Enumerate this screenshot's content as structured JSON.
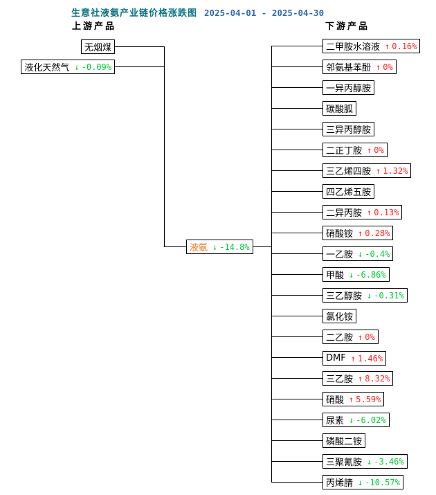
{
  "title": {
    "text": "生意社液氨产业链价格涨跌图",
    "date_range": "2025-04-01 - 2025-04-30"
  },
  "headers": {
    "upstream": "上游产品",
    "downstream": "下游产品"
  },
  "colors": {
    "up_red": "#ff2626",
    "down_green": "#00cc33",
    "center_orange": "#ee7621",
    "title_teal": "#0c7480",
    "date_blue": "#2e6bb2",
    "line_black": "#000000"
  },
  "center_product": {
    "name": "液氨",
    "direction": "down",
    "arrow": "↓",
    "change": "-14.8%"
  },
  "upstream_products": [
    {
      "name": "无烟煤"
    },
    {
      "name": "液化天然气",
      "direction": "down",
      "arrow": "↓",
      "change": "-0.09%"
    }
  ],
  "downstream_products": [
    {
      "name": "二甲胺水溶液",
      "direction": "up",
      "arrow": "↑",
      "change": "0.16%"
    },
    {
      "name": "邻氨基苯酚",
      "direction": "up",
      "arrow": "↑",
      "change": "0%"
    },
    {
      "name": "一异丙醇胺"
    },
    {
      "name": "碳酸胍"
    },
    {
      "name": "三异丙醇胺"
    },
    {
      "name": "二正丁胺",
      "direction": "up",
      "arrow": "↑",
      "change": "0%"
    },
    {
      "name": "三乙烯四胺",
      "direction": "up",
      "arrow": "↑",
      "change": "1.32%"
    },
    {
      "name": "四乙烯五胺"
    },
    {
      "name": "二异丙胺",
      "direction": "up",
      "arrow": "↑",
      "change": "0.13%"
    },
    {
      "name": "硝酸铵",
      "direction": "up",
      "arrow": "↑",
      "change": "0.28%"
    },
    {
      "name": "一乙胺",
      "direction": "down",
      "arrow": "↓",
      "change": "-0.4%"
    },
    {
      "name": "甲酸",
      "direction": "down",
      "arrow": "↓",
      "change": "-6.86%"
    },
    {
      "name": "三乙醇胺",
      "direction": "down",
      "arrow": "↓",
      "change": "-0.31%"
    },
    {
      "name": "氯化铵"
    },
    {
      "name": "二乙胺",
      "direction": "up",
      "arrow": "↑",
      "change": "0%"
    },
    {
      "name": "DMF",
      "direction": "up",
      "arrow": "↑",
      "change": "1.46%"
    },
    {
      "name": "三乙胺",
      "direction": "up",
      "arrow": "↑",
      "change": "8.32%"
    },
    {
      "name": "硝酸",
      "direction": "up",
      "arrow": "↑",
      "change": "5.59%"
    },
    {
      "name": "尿素",
      "direction": "down",
      "arrow": "↓",
      "change": "-6.02%"
    },
    {
      "name": "磷酸二铵"
    },
    {
      "name": "三聚氰胺",
      "direction": "down",
      "arrow": "↓",
      "change": "-3.46%"
    },
    {
      "name": "丙烯腈",
      "direction": "down",
      "arrow": "↓",
      "change": "-10.57%"
    }
  ]
}
